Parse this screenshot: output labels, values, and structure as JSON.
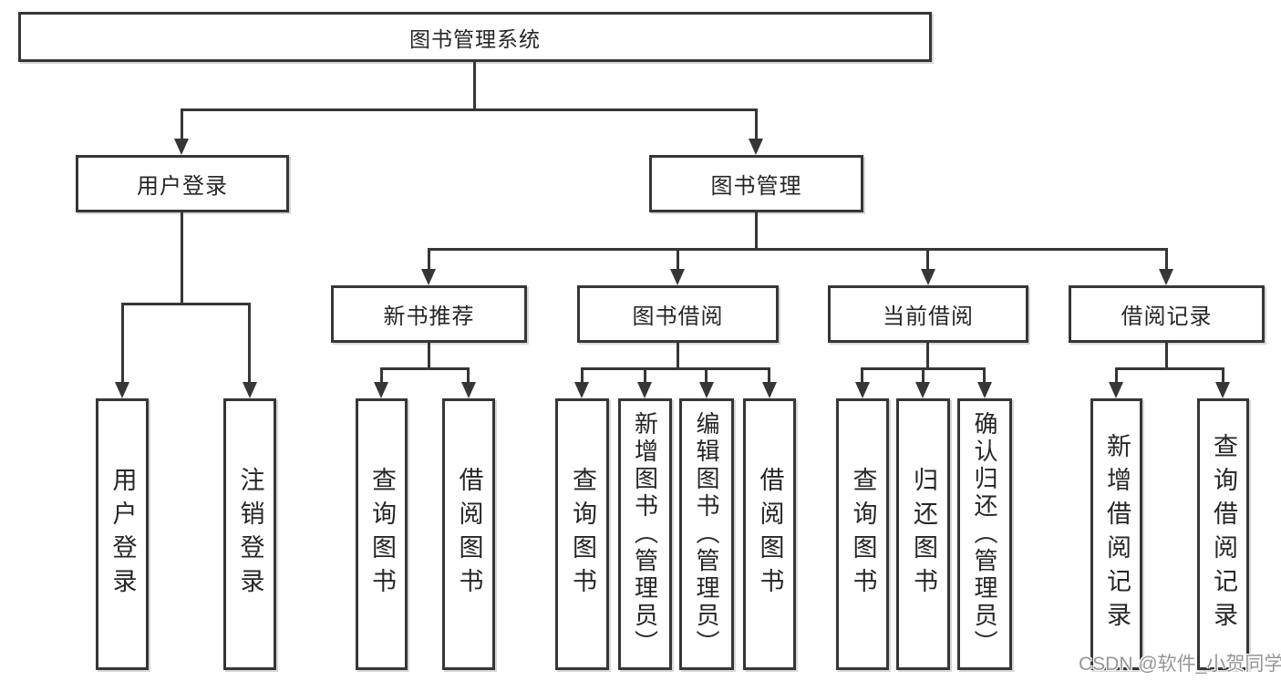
{
  "diagram": {
    "title": "图书管理系统",
    "user_login_branch": {
      "label": "用户登录",
      "children": [
        "用户登录",
        "注销登录"
      ]
    },
    "book_mgmt_branch": {
      "label": "图书管理",
      "groups": [
        {
          "label": "新书推荐",
          "children": [
            "查询图书",
            "借阅图书"
          ]
        },
        {
          "label": "图书借阅",
          "children": [
            "查询图书",
            "新增图书（管理员）",
            "编辑图书（管理员）",
            "借阅图书"
          ]
        },
        {
          "label": "当前借阅",
          "children": [
            "查询图书",
            "归还图书",
            "确认归还（管理员）"
          ]
        },
        {
          "label": "借阅记录",
          "children": [
            "新增借阅记录",
            "查询借阅记录"
          ]
        }
      ]
    },
    "watermark": "CSDN @软件_小贺同学",
    "colors": {
      "line": "#363636",
      "text": "#262626",
      "watermark": "#969696",
      "background": "#ffffff"
    }
  }
}
